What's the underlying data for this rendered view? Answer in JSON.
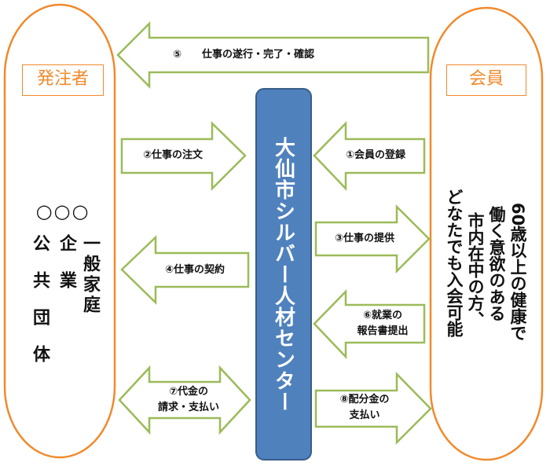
{
  "left_party": {
    "tag": "発注者",
    "circles": "○○○",
    "columns": [
      "公共団体",
      "企業",
      "一般家庭"
    ]
  },
  "right_party": {
    "tag": "会員",
    "description_lines": [
      "60歳以上の健康で",
      "働く意欲のある",
      "市内在中の方、",
      "どなたでも入会可能"
    ]
  },
  "center": {
    "title": "大仙市シルバー人材センター"
  },
  "flows": [
    {
      "id": "5",
      "lines": [
        "⑤　　仕事の遂行・完了・確認"
      ]
    },
    {
      "id": "2",
      "lines": [
        "②仕事の注文"
      ]
    },
    {
      "id": "1",
      "lines": [
        "①会員の登録"
      ]
    },
    {
      "id": "3",
      "lines": [
        "③仕事の提供"
      ]
    },
    {
      "id": "4",
      "lines": [
        "④仕事の契約"
      ]
    },
    {
      "id": "6",
      "lines": [
        "⑥就業の",
        "報告書提出"
      ]
    },
    {
      "id": "7",
      "lines": [
        "⑦代金の",
        "請求・支払い"
      ]
    },
    {
      "id": "8",
      "lines": [
        "⑧配分金の",
        "支払い"
      ]
    }
  ],
  "colors": {
    "arrow_fill": "#ffffff",
    "arrow_stroke": "#9bbb59",
    "ellipse_stroke": "#f08a2c",
    "center_fill": "#4f81bd",
    "center_stroke": "#385d8a"
  }
}
